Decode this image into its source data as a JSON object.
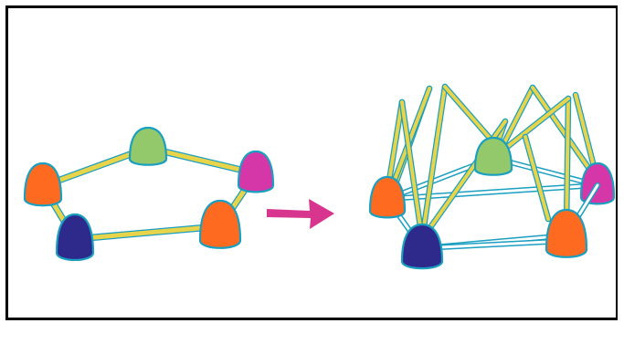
{
  "diagram": {
    "colors": {
      "frame": "#000000",
      "background": "#ffffff",
      "rod": "#e8d44a",
      "rod_outline": "#1a9fc0",
      "orange": "#ff6a21",
      "green": "#93c96b",
      "magenta": "#d536a8",
      "navy": "#2d2a8c",
      "arrow": "#d8358f"
    },
    "left_ring": {
      "nodes": [
        {
          "id": "A",
          "color": "orange"
        },
        {
          "id": "B",
          "color": "green"
        },
        {
          "id": "C",
          "color": "magenta"
        },
        {
          "id": "D",
          "color": "orange"
        },
        {
          "id": "E",
          "color": "navy"
        }
      ],
      "edges": [
        [
          "A",
          "B"
        ],
        [
          "B",
          "C"
        ],
        [
          "C",
          "D"
        ],
        [
          "D",
          "E"
        ],
        [
          "E",
          "A"
        ]
      ]
    },
    "arrow": {
      "direction": "right",
      "icon": "right-arrow-icon"
    },
    "right_structure": {
      "nodes": [
        {
          "id": "A",
          "color": "orange"
        },
        {
          "id": "B",
          "color": "green"
        },
        {
          "id": "C",
          "color": "magenta"
        },
        {
          "id": "D",
          "color": "orange"
        },
        {
          "id": "E",
          "color": "navy"
        }
      ]
    }
  }
}
